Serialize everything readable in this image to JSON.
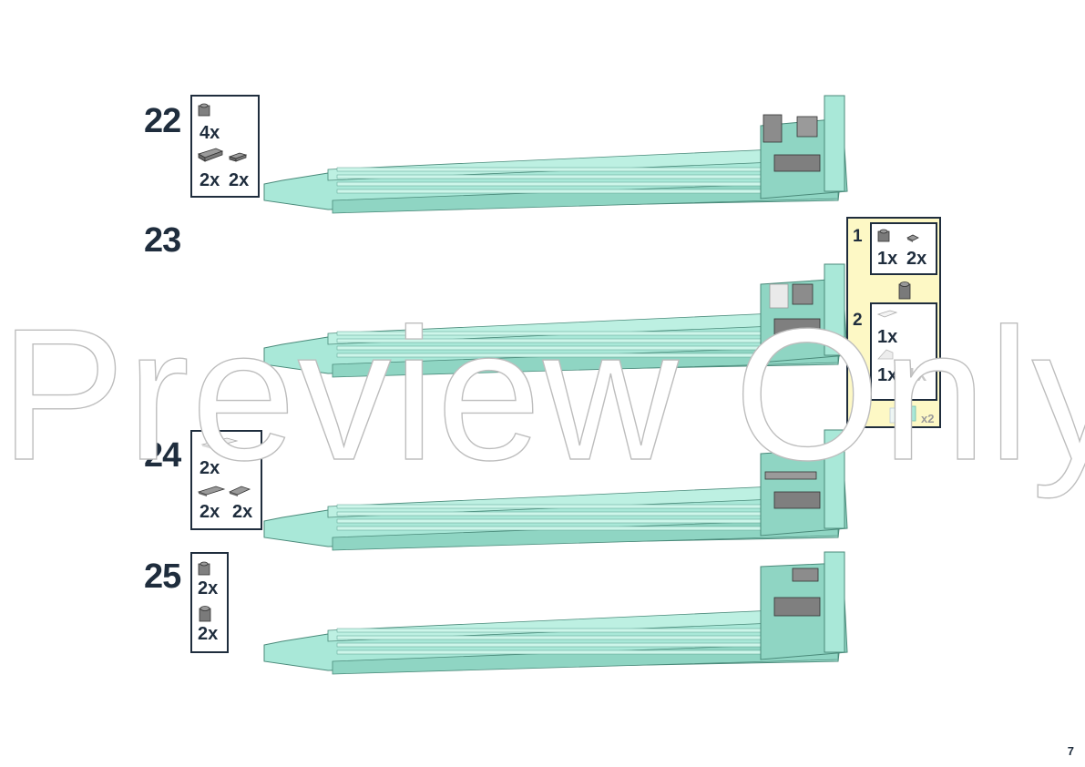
{
  "steps": [
    {
      "number": "22",
      "parts": [
        {
          "qty": "4x",
          "icon": "dark-gray-tile-icon"
        },
        {
          "qty": "2x",
          "icon": "dark-gray-plate-1x3-icon"
        },
        {
          "qty": "2x",
          "icon": "dark-gray-plate-1x2-icon"
        }
      ]
    },
    {
      "number": "23",
      "parts": []
    },
    {
      "number": "24",
      "parts": [
        {
          "qty": "2x",
          "icon": "white-tile-1x4-icon"
        },
        {
          "qty": "2x",
          "icon": "dark-gray-plate-1x3-icon"
        },
        {
          "qty": "2x",
          "icon": "dark-gray-plate-1x2-icon"
        }
      ]
    },
    {
      "number": "25",
      "parts": [
        {
          "qty": "2x",
          "icon": "dark-gray-tile-icon"
        },
        {
          "qty": "2x",
          "icon": "dark-gray-brick-1x1-icon"
        }
      ]
    }
  ],
  "substeps": {
    "items": [
      {
        "number": "1",
        "parts": [
          {
            "qty": "1x",
            "icon": "dark-gray-brick-1x1-icon"
          },
          {
            "qty": "2x",
            "icon": "dark-gray-plate-1x1-icon"
          }
        ]
      },
      {
        "number": "2",
        "parts": [
          {
            "qty": "1x",
            "icon": "white-tile-1x2-icon"
          },
          {
            "qty": "1x",
            "icon": "white-slope-icon"
          },
          {
            "qty": "1x",
            "icon": "clear-panel-icon"
          }
        ]
      }
    ],
    "multiplier": "x2"
  },
  "watermark": "Preview Only",
  "page_number": "7",
  "colors": {
    "brick_teal": "#a9e8d8",
    "brick_teal_dark": "#6fbdab",
    "dark_gray": "#7f7f7f",
    "sub_panel_bg": "#fdf8c5",
    "ink": "#1f2d3d"
  }
}
